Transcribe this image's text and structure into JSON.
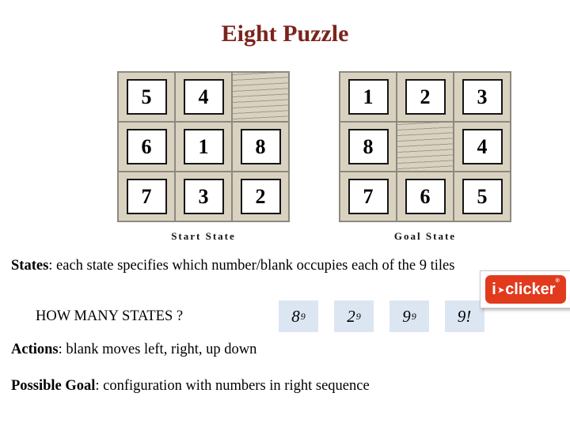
{
  "title": "Eight Puzzle",
  "puzzles": {
    "start": {
      "label": "Start State",
      "tiles": [
        "5",
        "4",
        "",
        "6",
        "1",
        "8",
        "7",
        "3",
        "2"
      ]
    },
    "goal": {
      "label": "Goal State",
      "tiles": [
        "1",
        "2",
        "3",
        "8",
        "",
        "4",
        "7",
        "6",
        "5"
      ]
    }
  },
  "states": {
    "lead": "States",
    "rest": ": each state specifies which number/blank occupies each of the 9 tiles"
  },
  "question": {
    "text": "HOW MANY STATES ?",
    "options": [
      {
        "base": "8",
        "sup": "9"
      },
      {
        "base": "2",
        "sup": "9"
      },
      {
        "base": "9",
        "sup": "9"
      },
      {
        "base": "9!",
        "sup": ""
      }
    ]
  },
  "actions": {
    "lead": "Actions",
    "rest": ": blank moves left, right, up down"
  },
  "goal_line": {
    "lead": "Possible Goal",
    "rest": ": configuration with numbers in right sequence"
  },
  "logo": {
    "i": "i",
    "name": "clicker",
    "reg": "®"
  },
  "colors": {
    "title_color": "#7b241c",
    "tile_bg": "#d9d2c0",
    "option_bg": "#dce6f2",
    "logo_red": "#e23a1d"
  }
}
